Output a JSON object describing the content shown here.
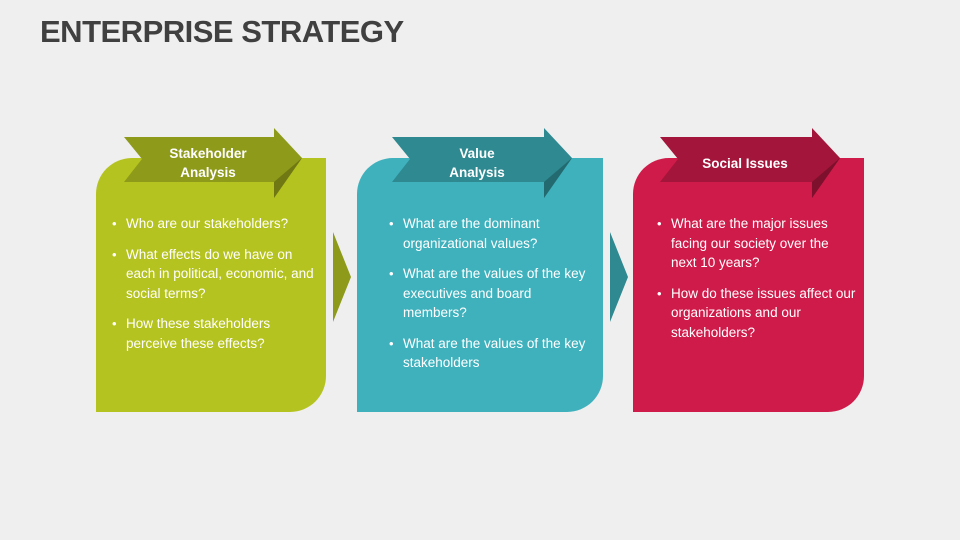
{
  "slide": {
    "title": "ENTERPRISE STRATEGY"
  },
  "cards": [
    {
      "heading": "Stakeholder\nAnalysis",
      "bullets": [
        "Who are our stakeholders?",
        "What effects do we have on each in political, economic, and social terms?",
        "How these stakeholders perceive these effects?"
      ],
      "colors": {
        "card": "#b5c320",
        "banner": "#8e9a1a",
        "banner_shade": "#6f7813"
      }
    },
    {
      "heading": "Value\nAnalysis",
      "bullets": [
        "What are the dominant organizational values?",
        "What are the values of the key executives and board members?",
        "What are the values of the key stakeholders"
      ],
      "colors": {
        "card": "#3fb1bd",
        "banner": "#2e8990",
        "banner_shade": "#226a70"
      }
    },
    {
      "heading": "Social Issues",
      "bullets": [
        "What are the major issues facing our society over the next 10 years?",
        "How do these issues affect our organizations and our stakeholders?"
      ],
      "colors": {
        "card": "#cf1b4a",
        "banner": "#a3153a",
        "banner_shade": "#7d102c"
      }
    }
  ],
  "connectors": [
    {
      "color": "#8e9a1a",
      "icon": "arrow-right-icon"
    },
    {
      "color": "#2e8990",
      "icon": "arrow-right-icon"
    }
  ]
}
